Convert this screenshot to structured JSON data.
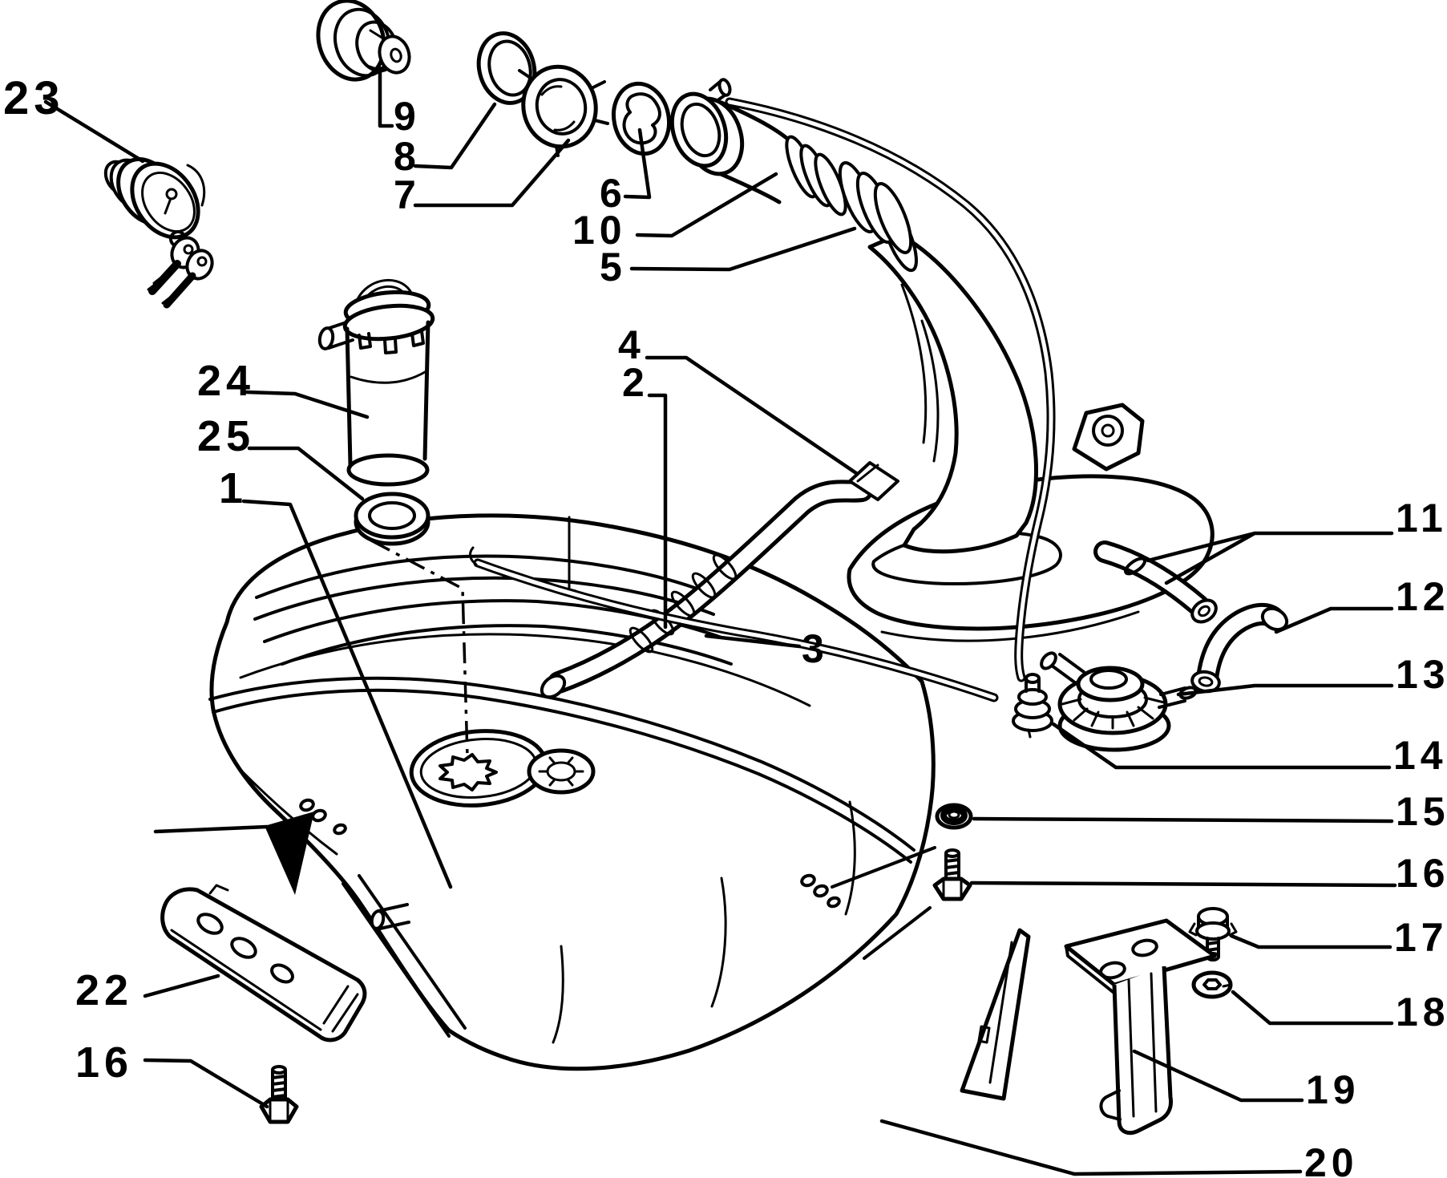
{
  "figure": {
    "type": "exploded-parts-diagram",
    "subject": "fuel-tank-and-filler-pipe-assembly",
    "background_color": "#ffffff",
    "line_color": "#000000",
    "part_numbers": [
      "1",
      "2",
      "3",
      "4",
      "5",
      "6",
      "7",
      "8",
      "9",
      "10",
      "11",
      "12",
      "13",
      "14",
      "15",
      "16",
      "17",
      "18",
      "19",
      "20",
      "22",
      "23",
      "24",
      "25"
    ]
  },
  "callouts": {
    "c1": {
      "label": "1"
    },
    "c2": {
      "label": "2"
    },
    "c3": {
      "label": "3"
    },
    "c4": {
      "label": "4"
    },
    "c5": {
      "label": "5"
    },
    "c6": {
      "label": "6"
    },
    "c7": {
      "label": "7"
    },
    "c8": {
      "label": "8"
    },
    "c9": {
      "label": "9"
    },
    "c10": {
      "label": "10"
    },
    "c11": {
      "label": "11"
    },
    "c12": {
      "label": "12"
    },
    "c13": {
      "label": "13"
    },
    "c14": {
      "label": "14"
    },
    "c15": {
      "label": "15"
    },
    "c16_left": {
      "label": "16"
    },
    "c16_right": {
      "label": "16"
    },
    "c17": {
      "label": "17"
    },
    "c18": {
      "label": "18"
    },
    "c19": {
      "label": "19"
    },
    "c20": {
      "label": "20"
    },
    "c22": {
      "label": "22"
    },
    "c23": {
      "label": "23"
    },
    "c24": {
      "label": "24"
    },
    "c25": {
      "label": "25"
    }
  }
}
